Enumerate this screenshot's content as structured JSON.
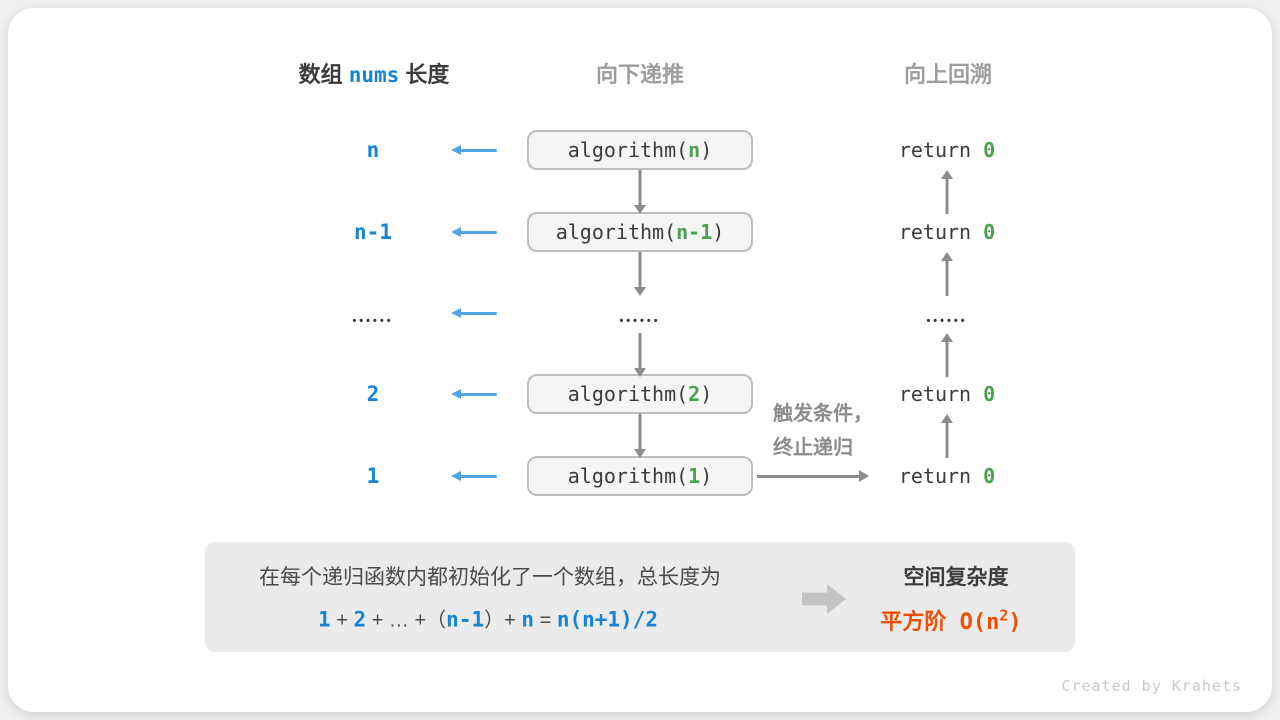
{
  "header": {
    "left_pre": "数组 ",
    "left_code": "nums",
    "left_post": " 长度",
    "center": "向下递推",
    "right": "向上回溯"
  },
  "rows": [
    {
      "label": "n",
      "call": "algorithm(",
      "arg": "n",
      "close": ")",
      "ret": "return ",
      "ret_val": "0"
    },
    {
      "label": "n-1",
      "call": "algorithm(",
      "arg": "n-1",
      "close": ")",
      "ret": "return ",
      "ret_val": "0"
    },
    {
      "label": "••••••",
      "mid_dots": "••••••",
      "right_dots": "••••••"
    },
    {
      "label": "2",
      "call": "algorithm(",
      "arg": "2",
      "close": ")",
      "ret": "return ",
      "ret_val": "0"
    },
    {
      "label": "1",
      "call": "algorithm(",
      "arg": "1",
      "close": ")",
      "ret": "return ",
      "ret_val": "0"
    }
  ],
  "trigger": {
    "line1": "触发条件，",
    "line2": "终止递归"
  },
  "summary": {
    "line1": "在每个递归函数内都初始化了一个数组，总长度为",
    "f1": "1",
    "op1": " + ",
    "f2": "2",
    "op2": " + ",
    "dots": "…",
    "op3": " +（",
    "f3": "n-1",
    "op4": "）+ ",
    "f4": "n",
    "op5": " = ",
    "f5": "n(n+1)/2",
    "right_title": "空间复杂度",
    "right_value_pre": "平方阶 O(n",
    "right_value_sup": "2",
    "right_value_close": ")"
  },
  "footer": "Created by Krahets",
  "colors": {
    "blue": "#1584d6",
    "light_blue_arrow": "#55a3e7",
    "green": "#4aa14e",
    "orange": "#ee4f00",
    "gray_arrow": "#8c8c8c",
    "box_fill": "#f5f5f5",
    "box_border": "#bdbdbd",
    "summary_bg": "#ebebeb"
  }
}
